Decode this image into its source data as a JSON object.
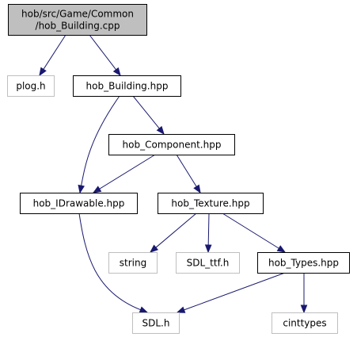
{
  "diagram": {
    "nodes": [
      {
        "id": "root",
        "label_lines": [
          "hob/src/Game/Common",
          "/hob_Building.cpp"
        ],
        "style": "root"
      },
      {
        "id": "plog",
        "label_lines": [
          "plog.h"
        ],
        "style": "external"
      },
      {
        "id": "building_hpp",
        "label_lines": [
          "hob_Building.hpp"
        ],
        "style": "header"
      },
      {
        "id": "component_hpp",
        "label_lines": [
          "hob_Component.hpp"
        ],
        "style": "header"
      },
      {
        "id": "idrawable_hpp",
        "label_lines": [
          "hob_IDrawable.hpp"
        ],
        "style": "header"
      },
      {
        "id": "texture_hpp",
        "label_lines": [
          "hob_Texture.hpp"
        ],
        "style": "header"
      },
      {
        "id": "string",
        "label_lines": [
          "string"
        ],
        "style": "external"
      },
      {
        "id": "sdl_ttf",
        "label_lines": [
          "SDL_ttf.h"
        ],
        "style": "external"
      },
      {
        "id": "types_hpp",
        "label_lines": [
          "hob_Types.hpp"
        ],
        "style": "header"
      },
      {
        "id": "sdl",
        "label_lines": [
          "SDL.h"
        ],
        "style": "external"
      },
      {
        "id": "cinttypes",
        "label_lines": [
          "cinttypes"
        ],
        "style": "external"
      }
    ],
    "edges": [
      {
        "from": "root",
        "to": "plog"
      },
      {
        "from": "root",
        "to": "building_hpp"
      },
      {
        "from": "building_hpp",
        "to": "component_hpp"
      },
      {
        "from": "building_hpp",
        "to": "idrawable_hpp"
      },
      {
        "from": "component_hpp",
        "to": "idrawable_hpp"
      },
      {
        "from": "component_hpp",
        "to": "texture_hpp"
      },
      {
        "from": "idrawable_hpp",
        "to": "sdl"
      },
      {
        "from": "texture_hpp",
        "to": "string"
      },
      {
        "from": "texture_hpp",
        "to": "sdl_ttf"
      },
      {
        "from": "texture_hpp",
        "to": "types_hpp"
      },
      {
        "from": "types_hpp",
        "to": "sdl"
      },
      {
        "from": "types_hpp",
        "to": "cinttypes"
      }
    ],
    "colors": {
      "edge": "#191970",
      "root_fill": "#bfbfbf",
      "root_border": "#000000",
      "header_fill": "#ffffff",
      "header_border": "#000000",
      "external_fill": "#ffffff",
      "external_border": "#bfbfbf",
      "text": "#000000"
    }
  }
}
